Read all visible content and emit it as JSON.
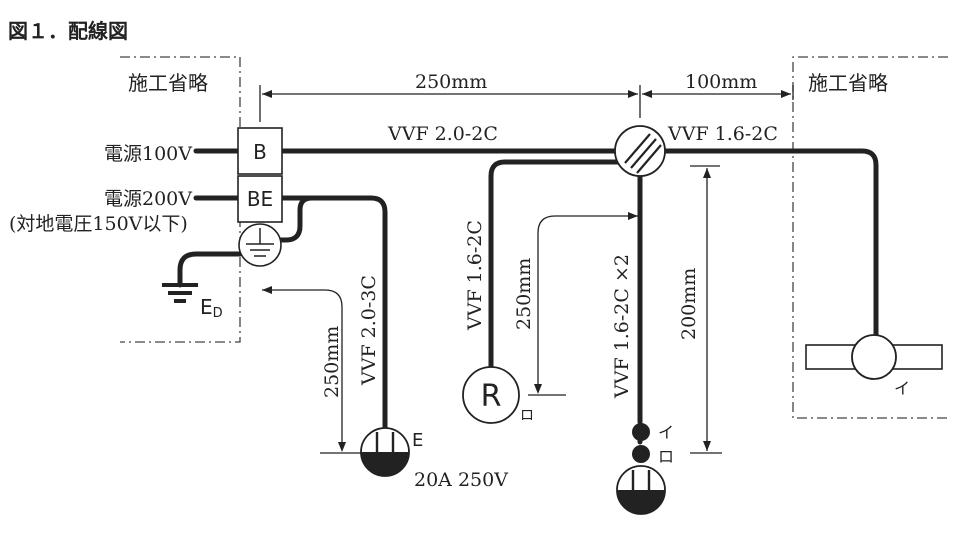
{
  "figure_title": "図１．配線図",
  "omitted_left": "施工省略",
  "omitted_right": "施工省略",
  "dimensions": {
    "top_left": "250mm",
    "top_right": "100mm",
    "right_vertical": "200mm",
    "center_vertical": "250mm",
    "left_vertical": "250mm"
  },
  "sources": {
    "power_100v": "電源100V",
    "power_200v": "電源200V",
    "power_200v_note": "(対地電圧150V以下)"
  },
  "boxes": {
    "breaker": "B",
    "earth_leakage_breaker": "BE"
  },
  "ground_label": "E",
  "ground_subscript": "D",
  "cables": {
    "main": "VVF 2.0-2C",
    "right": "VVF 1.6-2C",
    "to_receptacle_r": "VVF 1.6-2C",
    "to_outlets": "VVF 1.6-2C ×2",
    "to_200v_outlet": "VVF 2.0-3C"
  },
  "receptacle_r_symbol": "R",
  "labels": {
    "ro_near_r": "ロ",
    "i_lamp": "イ",
    "i_switch": "イ",
    "ro_switch": "ロ",
    "outlet_e": "E",
    "outlet_rating": "20A 250V"
  }
}
